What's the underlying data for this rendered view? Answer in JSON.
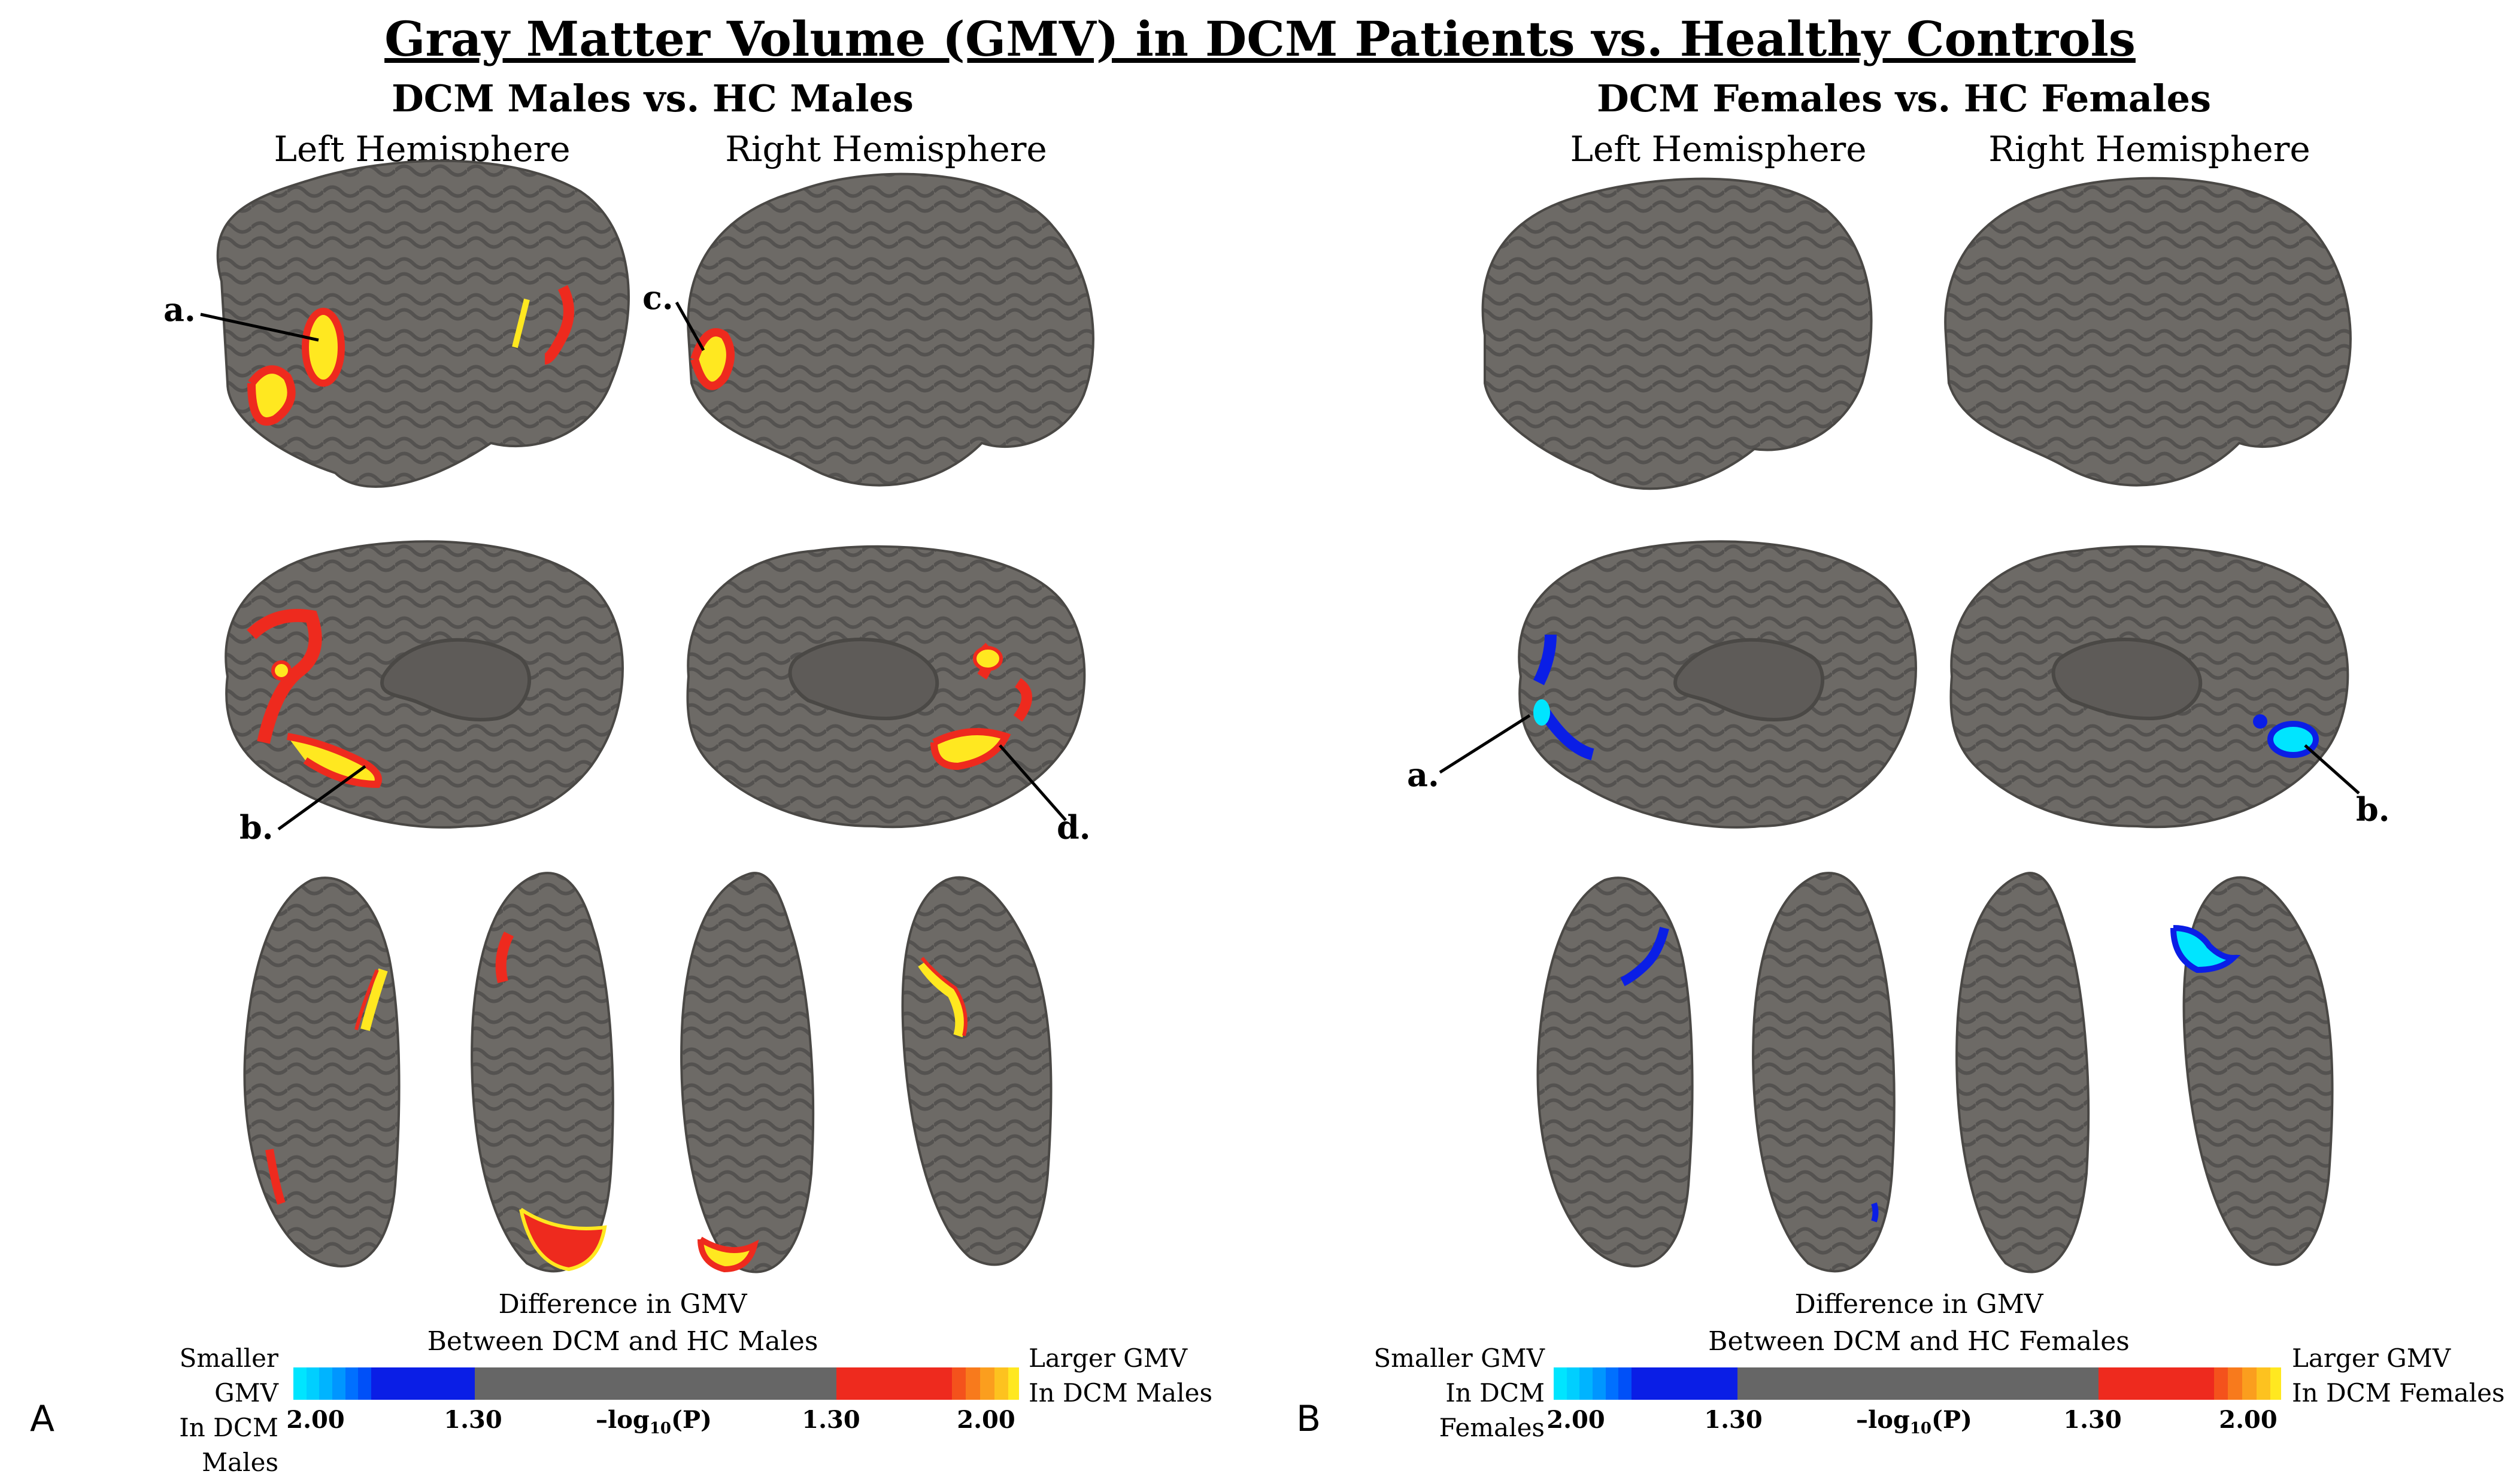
{
  "figure": {
    "title": "Gray Matter Volume (GMV) in DCM Patients vs. Healthy Controls"
  },
  "panels": [
    {
      "letter": "A",
      "heading": "DCM Males vs. HC Males",
      "left_hemisphere": "Left Hemisphere",
      "right_hemisphere": "Right Hemisphere",
      "callouts": [
        "a.",
        "b.",
        "c.",
        "d."
      ],
      "colorbar": {
        "title_line1": "Difference in GMV",
        "title_line2": "Between DCM and HC Males",
        "left_line1": "Smaller GMV",
        "left_line2": "In DCM Males",
        "right_line1": "Larger GMV",
        "right_line2": "In DCM Males",
        "ticks": [
          "2.00",
          "1.30",
          "1.30",
          "2.00"
        ],
        "axis_label": "–log",
        "axis_sub": "10",
        "axis_paren": "(P)"
      }
    },
    {
      "letter": "B",
      "heading": "DCM Females vs. HC Females",
      "left_hemisphere": "Left Hemisphere",
      "right_hemisphere": "Right Hemisphere",
      "callouts": [
        "a.",
        "b."
      ],
      "colorbar": {
        "title_line1": "Difference in GMV",
        "title_line2": "Between DCM and HC Females",
        "left_line1": "Smaller GMV",
        "left_line2": "In DCM Females",
        "right_line1": "Larger GMV",
        "right_line2": "In DCM Females",
        "ticks": [
          "2.00",
          "1.30",
          "1.30",
          "2.00"
        ],
        "axis_label": "–log",
        "axis_sub": "10",
        "axis_paren": "(P)"
      }
    }
  ],
  "colors": {
    "cortex": "#6d6a66",
    "sulcus": "#55524f",
    "neg_strong": "#00e5ff",
    "neg_weak": "#0a1ee6",
    "pos_weak": "#ee2a1e",
    "pos_strong": "#ffe820",
    "neutral": "#666666"
  }
}
